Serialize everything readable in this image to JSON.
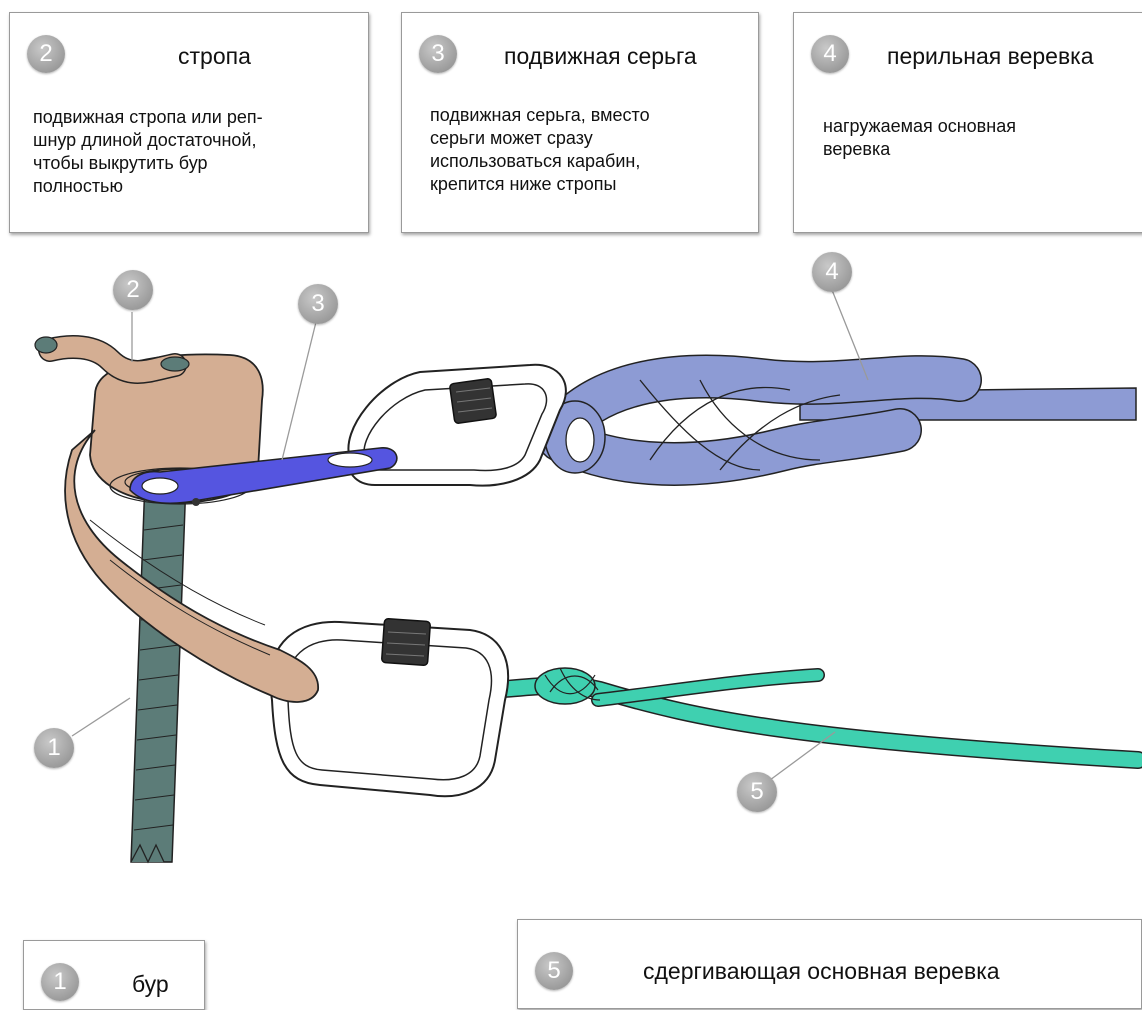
{
  "legend": {
    "box2": {
      "number": "2",
      "title": "стропа",
      "text": "подвижная стропа или реп-\nшнур длиной достаточной,\nчтобы выкрутить бур\nполностью"
    },
    "box3": {
      "number": "3",
      "title": "подвижная серьга",
      "text": "подвижная серьга, вместо\nсерьги может сразу\nиспользоваться карабин,\nкрепится ниже стропы"
    },
    "box4": {
      "number": "4",
      "title": "перильная веревка",
      "text": "нагружаемая основная\nверевка"
    },
    "box1": {
      "number": "1",
      "title": "бур"
    },
    "box5": {
      "number": "5",
      "title": "сдергивающая основная веревка"
    }
  },
  "callouts": {
    "c1": "1",
    "c2": "2",
    "c3": "3",
    "c4": "4",
    "c5": "5"
  },
  "colors": {
    "sling": "#d4ae93",
    "screw": "#5c7c78",
    "hanger": "#5555e0",
    "main_rope": "#8d9bd4",
    "pull_rope": "#3fd0b0",
    "badge": "#a8a8a8"
  },
  "icons": {
    "screw": "ice-screw-icon",
    "sling": "sling-icon",
    "hanger": "hanger-icon",
    "carabiner": "carabiner-icon",
    "rope": "rope-icon"
  }
}
